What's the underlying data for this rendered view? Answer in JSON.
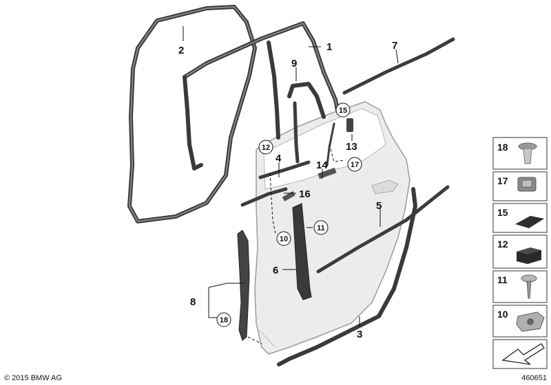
{
  "callouts": {
    "c1": "1",
    "c2": "2",
    "c3": "3",
    "c4": "4",
    "c5": "5",
    "c6": "6",
    "c7": "7",
    "c8": "8",
    "c9": "9",
    "c13": "13",
    "c14": "14",
    "c16": "16",
    "c15": "15",
    "c12": "12",
    "c17": "17",
    "c11": "11",
    "c10": "10",
    "c18": "18"
  },
  "legend": [
    {
      "number": "18",
      "icon": "rivet-clip-icon"
    },
    {
      "number": "17",
      "icon": "expanding-nut-icon"
    },
    {
      "number": "15",
      "icon": "foam-pad-icon"
    },
    {
      "number": "12",
      "icon": "rubber-block-icon"
    },
    {
      "number": "11",
      "icon": "screw-icon"
    },
    {
      "number": "10",
      "icon": "clip-nut-icon"
    }
  ],
  "footer": {
    "copyright": "© 2015 BMW AG",
    "diagram_id": "460651"
  },
  "colors": {
    "door_fill": "#ececec",
    "door_stroke": "#9a9a9a",
    "seal": "#3a3a3a",
    "legend_border": "#333333"
  }
}
